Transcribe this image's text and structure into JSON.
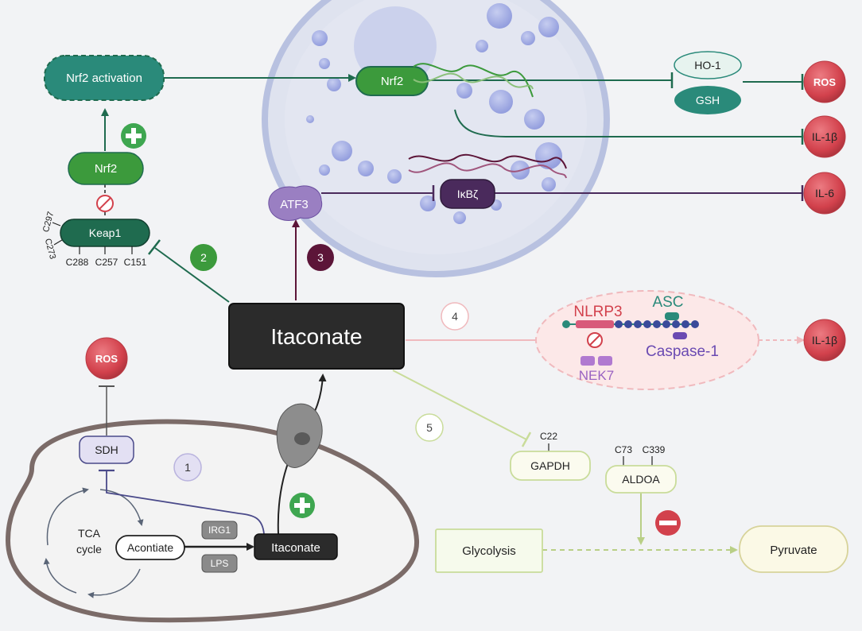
{
  "labels": {
    "nrf2_activation": "Nrf2 activation",
    "nrf2_nucleus": "Nrf2",
    "nrf2": "Nrf2",
    "keap1": "Keap1",
    "c297": "C297",
    "c273": "C273",
    "c288": "C288",
    "c257": "C257",
    "c151": "C151",
    "ho1": "HO-1",
    "gsh": "GSH",
    "ros_top": "ROS",
    "il1b_top": "IL-1β",
    "il6": "IL-6",
    "atf3": "ATF3",
    "ikbz": "IκBζ",
    "itaconate_main": "Itaconate",
    "itaconate_mito": "Itaconate",
    "nlrp3": "NLRP3",
    "asc": "ASC",
    "caspase1": "Caspase-1",
    "nek7": "NEK7",
    "il1b_right": "IL-1β",
    "ros_left": "ROS",
    "sdh": "SDH",
    "tca": "TCA",
    "cycle": "cycle",
    "acontiate": "Acontiate",
    "irg1": "IRG1",
    "lps": "LPS",
    "c22": "C22",
    "gapdh": "GAPDH",
    "c73": "C73",
    "c339": "C339",
    "aldoa": "ALDOA",
    "glycolysis": "Glycolysis",
    "pyruvate": "Pyruvate"
  },
  "steps": {
    "s1": "1",
    "s2": "2",
    "s3": "3",
    "s4": "4",
    "s5": "5"
  },
  "colors": {
    "green_dark": "#1f6b4f",
    "teal": "#2a8a7a",
    "green_mid": "#3c9a3c",
    "red_ball": "#d2414c",
    "purple_dark": "#4a2a5c",
    "maroon": "#5c1538",
    "pink_dashed": "#f3c9cc",
    "lime": "#c9dc9a"
  }
}
